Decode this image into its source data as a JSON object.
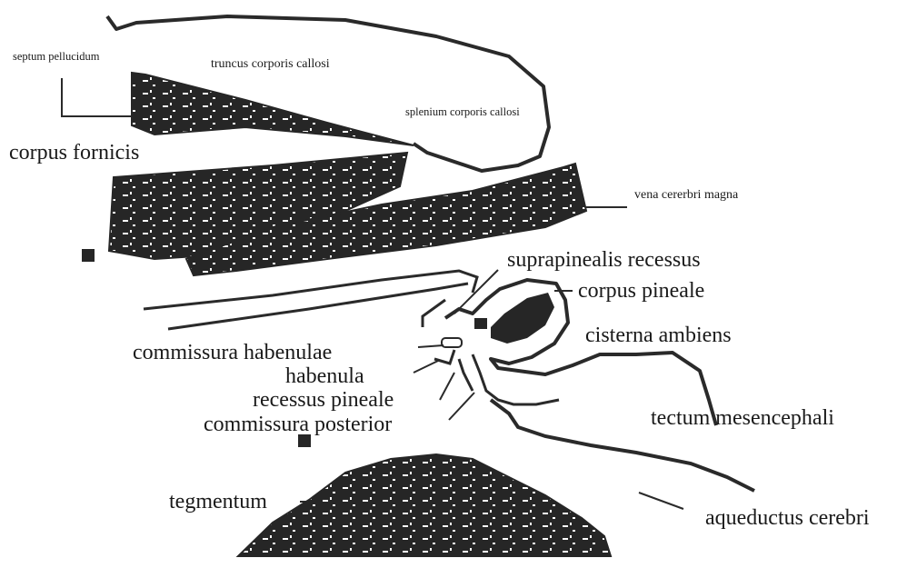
{
  "colors": {
    "ink": "#2a2a2a",
    "fill": "#262626",
    "background": "#ffffff"
  },
  "labels": {
    "septum_pellucidum": "septum pellucidum",
    "truncus_corporis_callosi": "truncus corporis callosi",
    "splenium_corporis_callosi": "splenium corporis callosi",
    "corpus_fornicis": "corpus fornicis",
    "vena_cererbri_magna": "vena cererbri magna",
    "suprapinealis_recessus": "suprapinealis recessus",
    "corpus_pineale": "corpus pineale",
    "cisterna_ambiens": "cisterna ambiens",
    "commissura_habenulae": "commissura habenulae",
    "habenula": "habenula",
    "recessus_pineale": "recessus pineale",
    "commissura_posterior": "commissura posterior",
    "tectum_mesencephali": "tectum mesencephali",
    "tegmentum": "tegmentum",
    "aqueductus_cerebri": "aqueductus cerebri"
  }
}
